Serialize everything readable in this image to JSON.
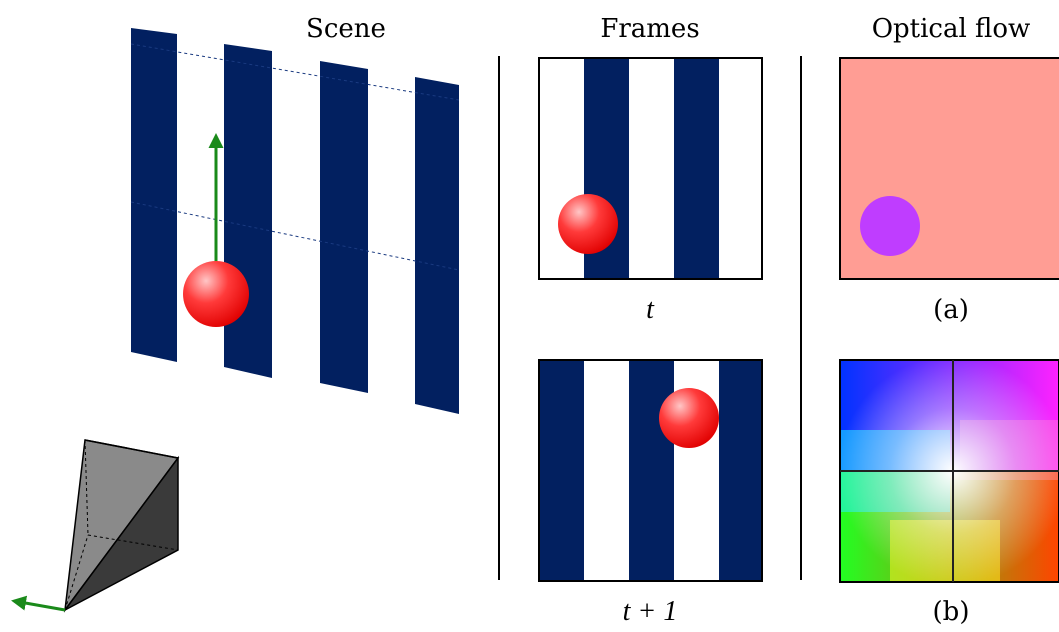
{
  "headers": {
    "scene": "Scene",
    "frames": "Frames",
    "optical_flow": "Optical flow"
  },
  "frame_labels": {
    "first": "t",
    "second": "t + 1"
  },
  "flow_labels": {
    "a": "(a)",
    "b": "(b)"
  },
  "colors": {
    "stripe": "#022060",
    "sphere": "#ff3030",
    "flow_background": "#ff9d94",
    "flow_sphere": "#bf3dff",
    "arrow": "#1a8a1a",
    "camera_light": "#8a8a8a",
    "camera_dark": "#3a3a3a"
  }
}
